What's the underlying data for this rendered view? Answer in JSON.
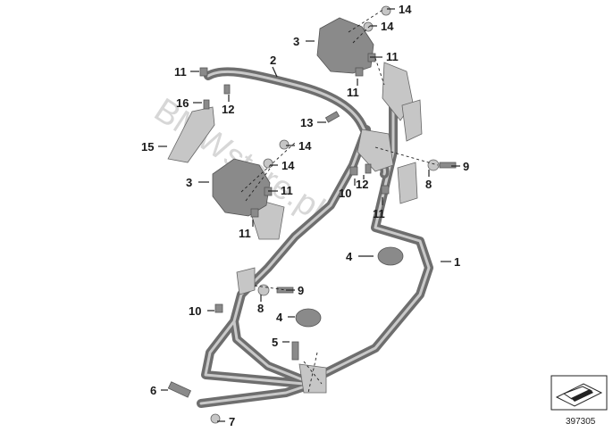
{
  "diagram": {
    "labels": [
      {
        "id": "p1",
        "text": "1"
      },
      {
        "id": "p2",
        "text": "2"
      },
      {
        "id": "p3a",
        "text": "3"
      },
      {
        "id": "p3b",
        "text": "3"
      },
      {
        "id": "p4a",
        "text": "4"
      },
      {
        "id": "p4b",
        "text": "4"
      },
      {
        "id": "p5",
        "text": "5"
      },
      {
        "id": "p6",
        "text": "6"
      },
      {
        "id": "p7",
        "text": "7"
      },
      {
        "id": "p8a",
        "text": "8"
      },
      {
        "id": "p8b",
        "text": "8"
      },
      {
        "id": "p9a",
        "text": "9"
      },
      {
        "id": "p9b",
        "text": "9"
      },
      {
        "id": "p10a",
        "text": "10"
      },
      {
        "id": "p10b",
        "text": "10"
      },
      {
        "id": "p11a",
        "text": "11"
      },
      {
        "id": "p11b",
        "text": "11"
      },
      {
        "id": "p11c",
        "text": "11"
      },
      {
        "id": "p11d",
        "text": "11"
      },
      {
        "id": "p11e",
        "text": "11"
      },
      {
        "id": "p11f",
        "text": "11"
      },
      {
        "id": "p12a",
        "text": "12"
      },
      {
        "id": "p12b",
        "text": "12"
      },
      {
        "id": "p13",
        "text": "13"
      },
      {
        "id": "p14a",
        "text": "14"
      },
      {
        "id": "p14b",
        "text": "14"
      },
      {
        "id": "p14c",
        "text": "14"
      },
      {
        "id": "p14d",
        "text": "14"
      },
      {
        "id": "p15",
        "text": "15"
      },
      {
        "id": "p16",
        "text": "16"
      }
    ],
    "watermark": "BMWstore.pl",
    "reference_number": "397305"
  }
}
